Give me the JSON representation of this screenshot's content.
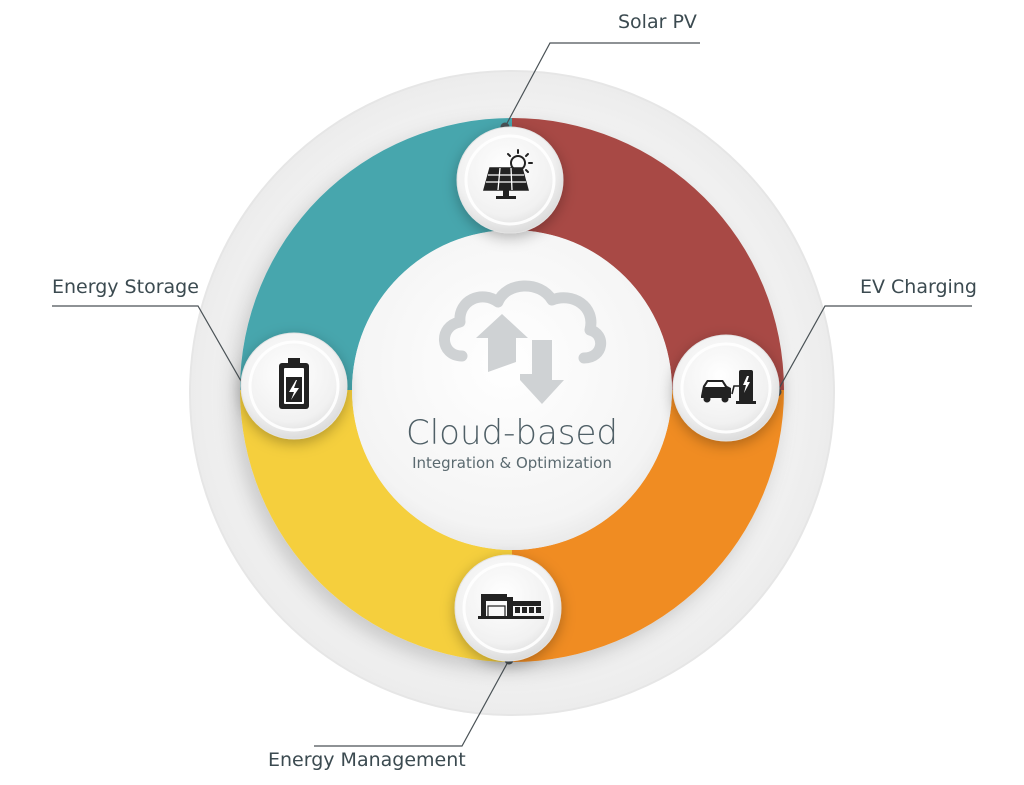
{
  "center": {
    "title": "Cloud-based",
    "subtitle": "Integration & Optimization",
    "icon": "cloud-sync-icon"
  },
  "nodes": [
    {
      "id": "solar",
      "label": "Solar PV",
      "icon": "solar-panel-icon"
    },
    {
      "id": "ev",
      "label": "EV Charging",
      "icon": "ev-charger-icon"
    },
    {
      "id": "management",
      "label": "Energy Management",
      "icon": "building-icon"
    },
    {
      "id": "storage",
      "label": "Energy Storage",
      "icon": "battery-icon"
    }
  ],
  "colors": {
    "solar_to_ev": "#a84a44",
    "ev_to_management": "#f08c23",
    "management_to_storage": "#f5cf3d",
    "storage_to_solar": "#46a6ad",
    "text": "#3b4a50",
    "cloud": "#cfd2d4"
  }
}
